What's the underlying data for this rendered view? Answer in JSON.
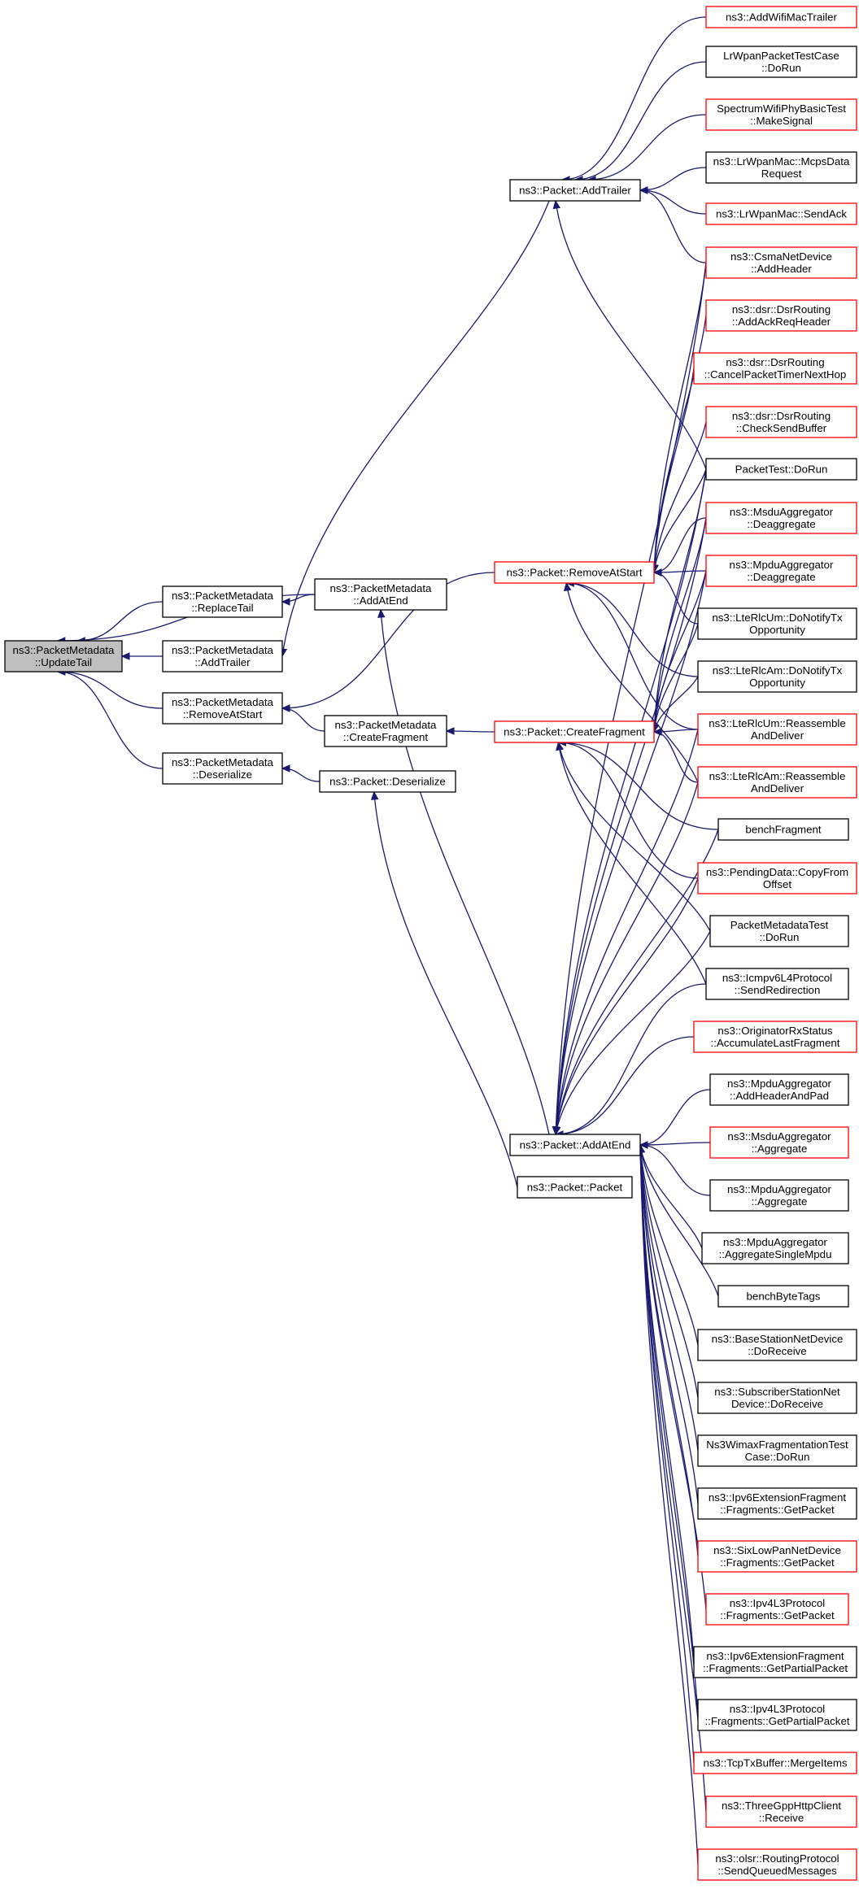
{
  "nodes": [
    {
      "id": "root",
      "lines": [
        "ns3::PacketMetadata",
        "::UpdateTail"
      ],
      "style": "root"
    },
    {
      "id": "replacetail",
      "lines": [
        "ns3::PacketMetadata",
        "::ReplaceTail"
      ],
      "style": "normal"
    },
    {
      "id": "addtrailer_pm",
      "lines": [
        "ns3::PacketMetadata",
        "::AddTrailer"
      ],
      "style": "normal"
    },
    {
      "id": "removeatstart_pm",
      "lines": [
        "ns3::PacketMetadata",
        "::RemoveAtStart"
      ],
      "style": "normal"
    },
    {
      "id": "deserialize_pm",
      "lines": [
        "ns3::PacketMetadata",
        "::Deserialize"
      ],
      "style": "normal"
    },
    {
      "id": "addatend_pm",
      "lines": [
        "ns3::PacketMetadata",
        "::AddAtEnd"
      ],
      "style": "normal"
    },
    {
      "id": "createfragment_pm",
      "lines": [
        "ns3::PacketMetadata",
        "::CreateFragment"
      ],
      "style": "normal"
    },
    {
      "id": "packet_deserialize",
      "lines": [
        "ns3::Packet::Deserialize"
      ],
      "style": "normal"
    },
    {
      "id": "packet_addtrailer",
      "lines": [
        "ns3::Packet::AddTrailer"
      ],
      "style": "normal"
    },
    {
      "id": "packet_removeatstart",
      "lines": [
        "ns3::Packet::RemoveAtStart"
      ],
      "style": "red"
    },
    {
      "id": "packet_createfragment",
      "lines": [
        "ns3::Packet::CreateFragment"
      ],
      "style": "red"
    },
    {
      "id": "packet_addatend",
      "lines": [
        "ns3::Packet::AddAtEnd"
      ],
      "style": "normal"
    },
    {
      "id": "packet_packet",
      "lines": [
        "ns3::Packet::Packet"
      ],
      "style": "normal"
    },
    {
      "id": "r_addwifimactrailer",
      "lines": [
        "ns3::AddWifiMacTrailer"
      ],
      "style": "red"
    },
    {
      "id": "r_lrwpanpackettest",
      "lines": [
        "LrWpanPacketTestCase",
        "::DoRun"
      ],
      "style": "normal"
    },
    {
      "id": "r_spectrumwifi",
      "lines": [
        "SpectrumWifiPhyBasicTest",
        "::MakeSignal"
      ],
      "style": "red"
    },
    {
      "id": "r_lrwpanmcps",
      "lines": [
        "ns3::LrWpanMac::McpsData",
        "Request"
      ],
      "style": "normal"
    },
    {
      "id": "r_lrwpansendack",
      "lines": [
        "ns3::LrWpanMac::SendAck"
      ],
      "style": "red"
    },
    {
      "id": "r_csmaaddheader",
      "lines": [
        "ns3::CsmaNetDevice",
        "::AddHeader"
      ],
      "style": "red"
    },
    {
      "id": "r_dsraddackreq",
      "lines": [
        "ns3::dsr::DsrRouting",
        "::AddAckReqHeader"
      ],
      "style": "red"
    },
    {
      "id": "r_dsrcancel",
      "lines": [
        "ns3::dsr::DsrRouting",
        "::CancelPacketTimerNextHop"
      ],
      "style": "red"
    },
    {
      "id": "r_dsrchecksend",
      "lines": [
        "ns3::dsr::DsrRouting",
        "::CheckSendBuffer"
      ],
      "style": "red"
    },
    {
      "id": "r_packettest",
      "lines": [
        "PacketTest::DoRun"
      ],
      "style": "normal"
    },
    {
      "id": "r_msdudeagg",
      "lines": [
        "ns3::MsduAggregator",
        "::Deaggregate"
      ],
      "style": "red"
    },
    {
      "id": "r_mpdudeagg",
      "lines": [
        "ns3::MpduAggregator",
        "::Deaggregate"
      ],
      "style": "red"
    },
    {
      "id": "r_lterlcumnotify",
      "lines": [
        "ns3::LteRlcUm::DoNotifyTx",
        "Opportunity"
      ],
      "style": "normal"
    },
    {
      "id": "r_lterlcamnotify",
      "lines": [
        "ns3::LteRlcAm::DoNotifyTx",
        "Opportunity"
      ],
      "style": "normal"
    },
    {
      "id": "r_lterlcumreasm",
      "lines": [
        "ns3::LteRlcUm::Reassemble",
        "AndDeliver"
      ],
      "style": "red"
    },
    {
      "id": "r_lterlcamreasm",
      "lines": [
        "ns3::LteRlcAm::Reassemble",
        "AndDeliver"
      ],
      "style": "red"
    },
    {
      "id": "r_benchfragment",
      "lines": [
        "benchFragment"
      ],
      "style": "normal"
    },
    {
      "id": "r_pendingdata",
      "lines": [
        "ns3::PendingData::CopyFrom",
        "Offset"
      ],
      "style": "red"
    },
    {
      "id": "r_packetmetadatatest",
      "lines": [
        "PacketMetadataTest",
        "::DoRun"
      ],
      "style": "normal"
    },
    {
      "id": "r_icmpv6",
      "lines": [
        "ns3::Icmpv6L4Protocol",
        "::SendRedirection"
      ],
      "style": "normal"
    },
    {
      "id": "r_originator",
      "lines": [
        "ns3::OriginatorRxStatus",
        "::AccumulateLastFragment"
      ],
      "style": "red"
    },
    {
      "id": "r_mpduaddheader",
      "lines": [
        "ns3::MpduAggregator",
        "::AddHeaderAndPad"
      ],
      "style": "normal"
    },
    {
      "id": "r_msduagg",
      "lines": [
        "ns3::MsduAggregator",
        "::Aggregate"
      ],
      "style": "red"
    },
    {
      "id": "r_mpduagg",
      "lines": [
        "ns3::MpduAggregator",
        "::Aggregate"
      ],
      "style": "normal"
    },
    {
      "id": "r_mpduaggsingle",
      "lines": [
        "ns3::MpduAggregator",
        "::AggregateSingleMpdu"
      ],
      "style": "normal"
    },
    {
      "id": "r_benchbytetags",
      "lines": [
        "benchByteTags"
      ],
      "style": "normal"
    },
    {
      "id": "r_basestation",
      "lines": [
        "ns3::BaseStationNetDevice",
        "::DoReceive"
      ],
      "style": "normal"
    },
    {
      "id": "r_subscriber",
      "lines": [
        "ns3::SubscriberStationNet",
        "Device::DoReceive"
      ],
      "style": "normal"
    },
    {
      "id": "r_ns3wimax",
      "lines": [
        "Ns3WimaxFragmentationTest",
        "Case::DoRun"
      ],
      "style": "normal"
    },
    {
      "id": "r_ipv6extfrag",
      "lines": [
        "ns3::Ipv6ExtensionFragment",
        "::Fragments::GetPacket"
      ],
      "style": "normal"
    },
    {
      "id": "r_sixlowpan",
      "lines": [
        "ns3::SixLowPanNetDevice",
        "::Fragments::GetPacket"
      ],
      "style": "red"
    },
    {
      "id": "r_ipv4l3get",
      "lines": [
        "ns3::Ipv4L3Protocol",
        "::Fragments::GetPacket"
      ],
      "style": "red"
    },
    {
      "id": "r_ipv6extpartial",
      "lines": [
        "ns3::Ipv6ExtensionFragment",
        "::Fragments::GetPartialPacket"
      ],
      "style": "normal"
    },
    {
      "id": "r_ipv4l3partial",
      "lines": [
        "ns3::Ipv4L3Protocol",
        "::Fragments::GetPartialPacket"
      ],
      "style": "normal"
    },
    {
      "id": "r_tcptxbuffer",
      "lines": [
        "ns3::TcpTxBuffer::MergeItems"
      ],
      "style": "red"
    },
    {
      "id": "r_threegpp",
      "lines": [
        "ns3::ThreeGppHttpClient",
        "::Receive"
      ],
      "style": "red"
    },
    {
      "id": "r_olsr",
      "lines": [
        "ns3::olsr::RoutingProtocol",
        "::SendQueuedMessages"
      ],
      "style": "red"
    }
  ],
  "edges": [
    [
      "replacetail",
      "root"
    ],
    [
      "addtrailer_pm",
      "root"
    ],
    [
      "removeatstart_pm",
      "root"
    ],
    [
      "deserialize_pm",
      "root"
    ],
    [
      "addatend_pm",
      "root"
    ],
    [
      "addatend_pm",
      "replacetail"
    ],
    [
      "packet_addtrailer",
      "addtrailer_pm"
    ],
    [
      "packet_removeatstart",
      "removeatstart_pm"
    ],
    [
      "createfragment_pm",
      "removeatstart_pm"
    ],
    [
      "packet_deserialize",
      "deserialize_pm"
    ],
    [
      "packet_createfragment",
      "createfragment_pm"
    ],
    [
      "packet_addatend",
      "addatend_pm"
    ],
    [
      "packet_packet",
      "packet_deserialize"
    ],
    [
      "r_addwifimactrailer",
      "packet_addtrailer"
    ],
    [
      "r_lrwpanpackettest",
      "packet_addtrailer"
    ],
    [
      "r_spectrumwifi",
      "packet_addtrailer"
    ],
    [
      "r_lrwpanmcps",
      "packet_addtrailer"
    ],
    [
      "r_lrwpansendack",
      "packet_addtrailer"
    ],
    [
      "r_csmaaddheader",
      "packet_addtrailer"
    ],
    [
      "r_packettest",
      "packet_addtrailer"
    ],
    [
      "r_csmaaddheader",
      "packet_removeatstart"
    ],
    [
      "r_dsraddackreq",
      "packet_removeatstart"
    ],
    [
      "r_dsrcancel",
      "packet_removeatstart"
    ],
    [
      "r_dsrchecksend",
      "packet_removeatstart"
    ],
    [
      "r_packettest",
      "packet_removeatstart"
    ],
    [
      "r_msdudeagg",
      "packet_removeatstart"
    ],
    [
      "r_mpdudeagg",
      "packet_removeatstart"
    ],
    [
      "r_lterlcumnotify",
      "packet_removeatstart"
    ],
    [
      "r_lterlcamnotify",
      "packet_removeatstart"
    ],
    [
      "r_lterlcumreasm",
      "packet_removeatstart"
    ],
    [
      "r_lterlcamreasm",
      "packet_removeatstart"
    ],
    [
      "r_packettest",
      "packet_createfragment"
    ],
    [
      "r_msdudeagg",
      "packet_createfragment"
    ],
    [
      "r_mpdudeagg",
      "packet_createfragment"
    ],
    [
      "r_lterlcumnotify",
      "packet_createfragment"
    ],
    [
      "r_lterlcamnotify",
      "packet_createfragment"
    ],
    [
      "r_lterlcumreasm",
      "packet_createfragment"
    ],
    [
      "r_lterlcamreasm",
      "packet_createfragment"
    ],
    [
      "r_benchfragment",
      "packet_createfragment"
    ],
    [
      "r_pendingdata",
      "packet_createfragment"
    ],
    [
      "r_packetmetadatatest",
      "packet_createfragment"
    ],
    [
      "r_icmpv6",
      "packet_createfragment"
    ],
    [
      "r_csmaaddheader",
      "packet_addatend"
    ],
    [
      "r_packettest",
      "packet_addatend"
    ],
    [
      "r_msdudeagg",
      "packet_addatend"
    ],
    [
      "r_mpdudeagg",
      "packet_addatend"
    ],
    [
      "r_lterlcumreasm",
      "packet_addatend"
    ],
    [
      "r_lterlcamreasm",
      "packet_addatend"
    ],
    [
      "r_benchfragment",
      "packet_addatend"
    ],
    [
      "r_pendingdata",
      "packet_addatend"
    ],
    [
      "r_packetmetadatatest",
      "packet_addatend"
    ],
    [
      "r_icmpv6",
      "packet_addatend"
    ],
    [
      "r_originator",
      "packet_addatend"
    ],
    [
      "r_mpduaddheader",
      "packet_addatend"
    ],
    [
      "r_msduagg",
      "packet_addatend"
    ],
    [
      "r_mpduagg",
      "packet_addatend"
    ],
    [
      "r_mpduaggsingle",
      "packet_addatend"
    ],
    [
      "r_benchbytetags",
      "packet_addatend"
    ],
    [
      "r_basestation",
      "packet_addatend"
    ],
    [
      "r_subscriber",
      "packet_addatend"
    ],
    [
      "r_ns3wimax",
      "packet_addatend"
    ],
    [
      "r_ipv6extfrag",
      "packet_addatend"
    ],
    [
      "r_sixlowpan",
      "packet_addatend"
    ],
    [
      "r_ipv4l3get",
      "packet_addatend"
    ],
    [
      "r_ipv6extpartial",
      "packet_addatend"
    ],
    [
      "r_ipv4l3partial",
      "packet_addatend"
    ],
    [
      "r_tcptxbuffer",
      "packet_addatend"
    ],
    [
      "r_threegpp",
      "packet_addatend"
    ],
    [
      "r_olsr",
      "packet_addatend"
    ]
  ]
}
